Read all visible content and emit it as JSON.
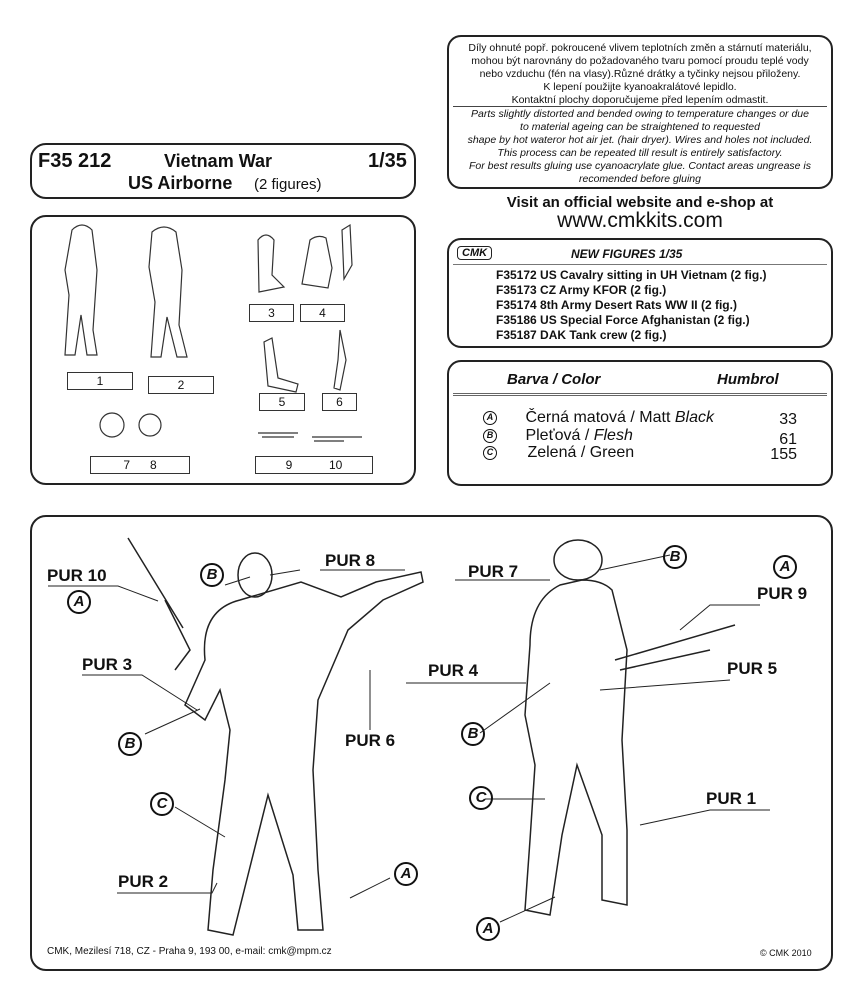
{
  "header": {
    "code": "F35 212",
    "title": "Vietnam War",
    "scale": "1/35",
    "subtitle": "US Airborne",
    "subtitle_note": "(2 figures)"
  },
  "notice": {
    "czech": [
      "Díly ohnuté popř. pokroucené vlivem teplotních změn a stárnutí materiálu,",
      "mohou být narovnány do požadovaného tvaru pomocí proudu teplé vody",
      "nebo vzduchu (fén na vlasy).Různé drátky a tyčinky nejsou přiloženy.",
      "K lepení použijte kyanoakralátové lepidlo.",
      "Kontaktní plochy doporučujeme před lepením odmastit."
    ],
    "english": [
      "Parts slightly distorted and bended owing to temperature changes or due",
      "to material ageing can be straightened to requested",
      "shape by hot wateror hot  air jet.  (hair dryer). Wires and holes not included.",
      "This process can be repeated till result is entirely satisfactory.",
      "For best results gluing use cyanoacrylate glue. Contact areas ungrease is",
      "recomended before gluing"
    ]
  },
  "visit": {
    "line1": "Visit an official website and e-shop at",
    "url": "www.cmkkits.com"
  },
  "new_figures": {
    "logo": "CMK",
    "title": "NEW FIGURES  1/35",
    "items": [
      "F35172 US Cavalry sitting in UH Vietnam (2 fig.)",
      "F35173 CZ Army KFOR (2 fig.)",
      "F35174 8th Army Desert Rats WW II (2 fig.)",
      "F35186 US Special Force Afghanistan (2 fig.)",
      "F35187 DAK Tank crew (2 fig.)"
    ]
  },
  "colors": {
    "col_header": "Barva / Color",
    "humbrol_header": "Humbrol",
    "rows": [
      {
        "key": "A",
        "cz": "Černá matová / Matt ",
        "en": "Black",
        "num": "33"
      },
      {
        "key": "B",
        "cz": "Pleťová / ",
        "en": "Flesh",
        "num": "61"
      },
      {
        "key": "C",
        "cz": "Zelená / Green",
        "en": "",
        "num": "155"
      }
    ]
  },
  "parts": [
    "1",
    "2",
    "3",
    "4",
    "5",
    "6",
    "7      8",
    "9           10"
  ],
  "callouts": {
    "pur10": "PUR 10",
    "pur3": "PUR 3",
    "pur2": "PUR 2",
    "pur8": "PUR 8",
    "pur6": "PUR 6",
    "pur7": "PUR 7",
    "pur9": "PUR 9",
    "pur4": "PUR 4",
    "pur5": "PUR 5",
    "pur1": "PUR 1",
    "a": "A",
    "b": "B",
    "c": "C"
  },
  "footer": {
    "address": "CMK, Mezilesí 718, CZ - Praha 9,  193 00, e-mail: cmk@mpm.cz",
    "copyright": "© CMK 2010"
  }
}
